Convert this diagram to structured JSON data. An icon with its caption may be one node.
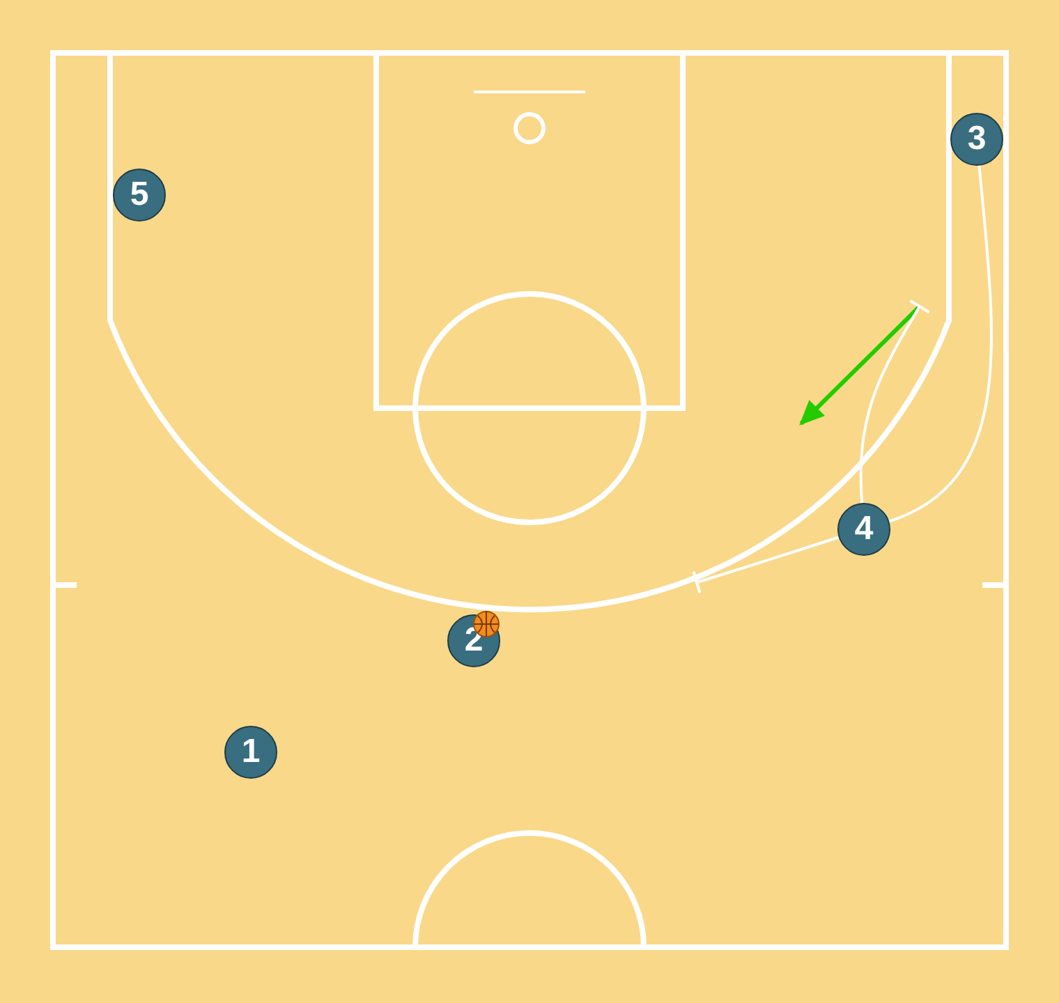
{
  "diagram": {
    "nodes": [
      {
        "text": [
          "3"
        ]
      },
      {
        "text": [
          "5"
        ]
      },
      {
        "text": [
          "4"
        ]
      },
      {
        "text": [
          "2"
        ]
      },
      {
        "text": [
          "1"
        ]
      }
    ],
    "edges": [
      {
        "from": 0,
        "to": 2,
        "arrow": "none"
      },
      {
        "from": 2,
        "to": null,
        "arrow": "other"
      },
      {
        "from": 2,
        "to": null,
        "arrow": "other"
      }
    ]
  }
}
